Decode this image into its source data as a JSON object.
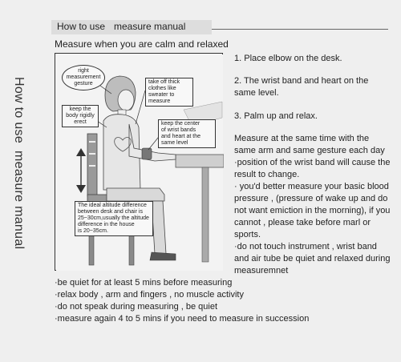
{
  "side_title": [
    "How to use",
    "measure manual"
  ],
  "header": {
    "how_to_use": "How to use",
    "measure_manual": "measure manual"
  },
  "subtitle": "Measure when you are calm and relaxed",
  "figure": {
    "callouts": [
      "right\nmeasurement\ngesture",
      "take off thick\nclothes like\nsweater to\nmeasure",
      "keep the\nbody rigidly\nerect",
      "keep the center\nof wrist bands\nand heart at the\nsame level",
      "The ideal altitude difference\nbetween desk and chair is\n25~30cm,usually the altitude\ndifference in the house\nis 20~35cm."
    ]
  },
  "steps": [
    "1. Place elbow on the desk.",
    "2. The wrist band and heart on the same level.",
    "3. Palm up and relax."
  ],
  "notes": [
    "Measure at the same time with the same arm and same gesture each day",
    "·position of the wrist band will cause the result to change.",
    "· you'd better measure your basic blood pressure , (pressure of wake up and do not want emiction in the morning), if you cannot , please take before marl or sports.",
    "·do not touch instrument , wrist band and air tube be quiet and relaxed during measuremnet"
  ],
  "bottom_notes": [
    "·be quiet for at least 5 mins before measuring",
    "·relax body , arm and fingers , no muscle activity",
    "·do not speak during measuring , be quiet",
    "·measure again 4 to 5 mins if you need to measure in succession"
  ]
}
